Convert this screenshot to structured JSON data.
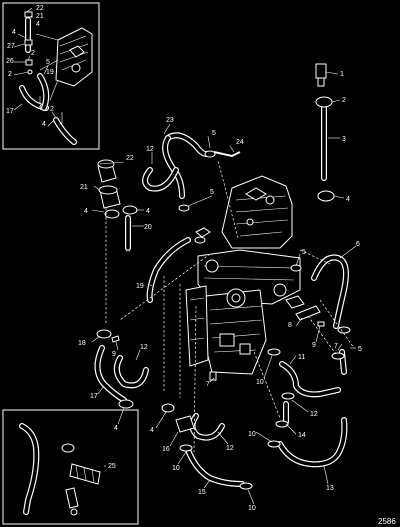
{
  "figure_id": "2586",
  "callouts": {
    "c1": "1",
    "c2": "2",
    "c3": "3",
    "c4": "4",
    "c5": "5",
    "c6": "6",
    "c7": "7",
    "c8": "8",
    "c9": "9",
    "c10": "10",
    "c11": "11",
    "c12": "12",
    "c13": "13",
    "c14": "14",
    "c15": "15",
    "c16": "16",
    "c17": "17",
    "c18": "18",
    "c19": "19",
    "c20": "20",
    "c21": "21",
    "c22": "22",
    "c23": "23",
    "c24": "24",
    "c25": "25",
    "c26": "26",
    "c27": "27"
  }
}
